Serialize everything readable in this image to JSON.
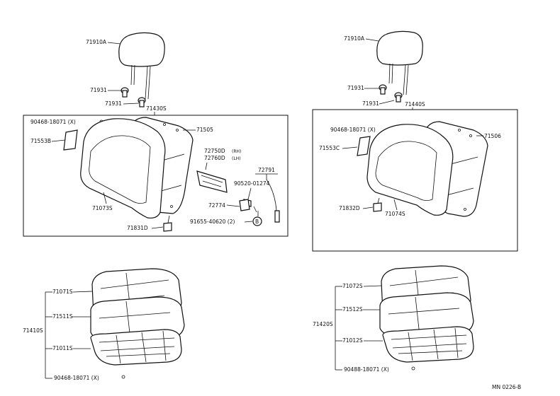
{
  "left": {
    "headrest": "71910A",
    "guide1": "71931",
    "guide2": "71931",
    "back_assy": "71430S",
    "screw": "90468-18071 (X)",
    "cover_small": "71553B",
    "frame": "71505",
    "back_cover": "71073S",
    "knob": "71831D",
    "recliner_rh": "72750D",
    "recliner_rh_tag": "(RH)",
    "recliner_lh": "72760D",
    "recliner_lh_tag": "(LH)",
    "cable": "72791",
    "clip": "90520-01274",
    "handle": "72774",
    "bolt": "91655-40620 (2)",
    "bolt_mark": "B",
    "cushion_assy": "71410S",
    "cushion_cover": "71071S",
    "pad": "71511S",
    "cushion_frame": "71011S",
    "cushion_screw": "90468-18071 (X)"
  },
  "right": {
    "headrest": "71910A",
    "guide1": "71931",
    "guide2": "71931",
    "back_assy": "71440S",
    "screw": "90468-18071 (X)",
    "cover_small": "71553C",
    "frame": "71506",
    "back_cover": "71074S",
    "knob": "71832D",
    "cushion_assy": "71420S",
    "cushion_cover": "71072S",
    "pad": "71512S",
    "cushion_frame": "71012S",
    "cushion_screw": "90488-18071 (X)"
  },
  "footer_code": "MN  0226-B"
}
